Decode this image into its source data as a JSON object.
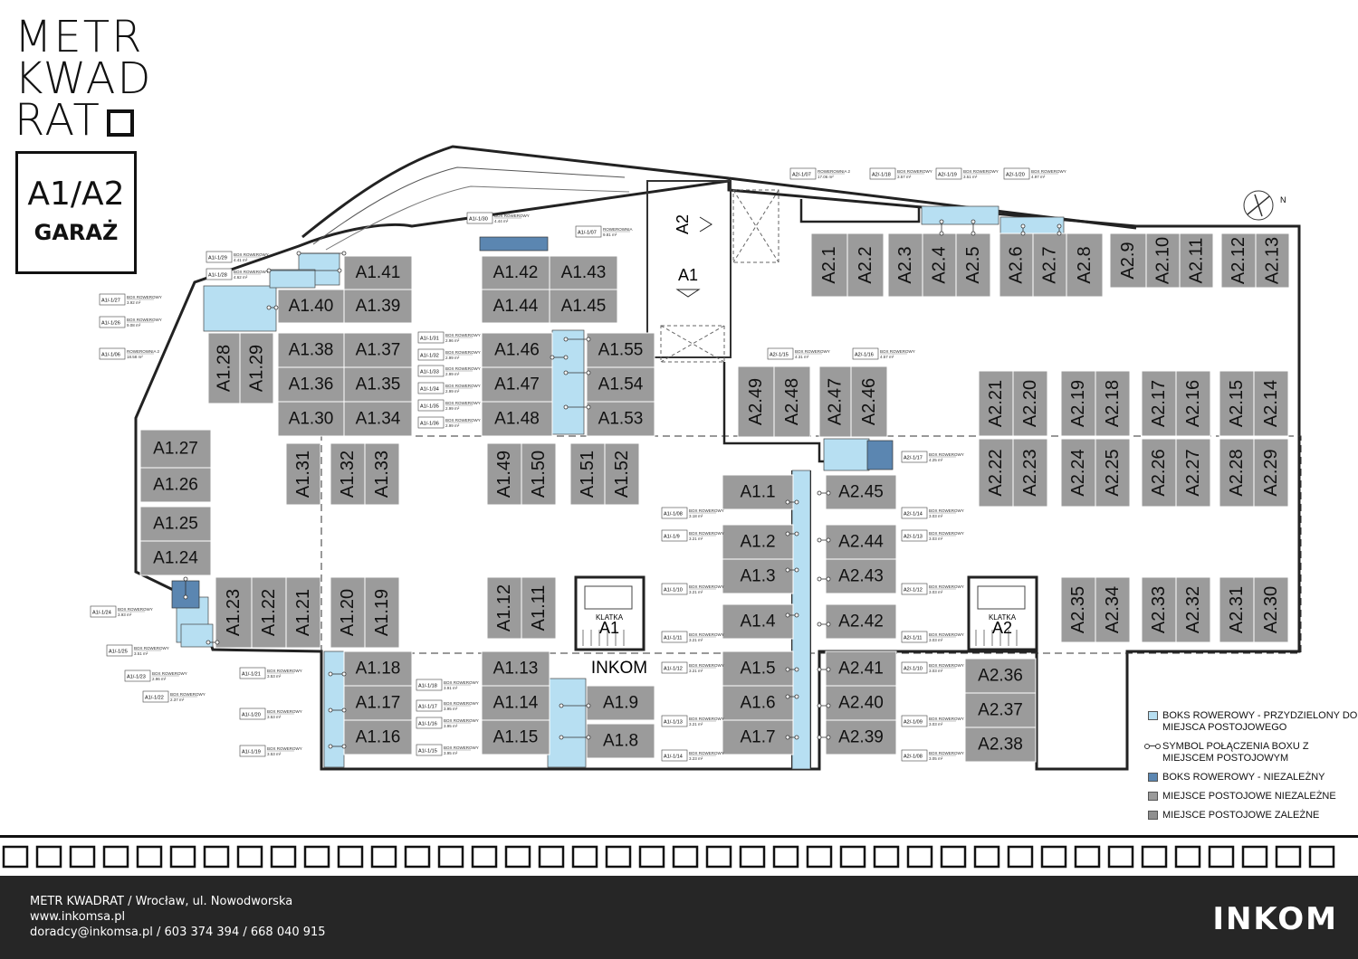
{
  "logo": {
    "line1": "METR",
    "line2": "KWAD",
    "line3": "RAT"
  },
  "title": {
    "building": "A1/A2",
    "floor": "GARAŻ"
  },
  "colors": {
    "bike_assigned": "#b7dff2",
    "bike_independent": "#5b86b1",
    "parking_independent": "#9b9b9b",
    "parking_dependent": "#8f8f8f",
    "wall": "#222222"
  },
  "compass": {
    "label": "N"
  },
  "entrances": [
    {
      "label": "A2"
    },
    {
      "label": "A1"
    }
  ],
  "stairs": [
    {
      "id": "A1",
      "caption": "KLATKA",
      "label": "A1"
    },
    {
      "id": "A2",
      "caption": "KLATKA",
      "label": "A2"
    }
  ],
  "inkom_room": "INKOM",
  "parking": [
    {
      "id": "A1.41"
    },
    {
      "id": "A1.40"
    },
    {
      "id": "A1.39"
    },
    {
      "id": "A1.38"
    },
    {
      "id": "A1.37"
    },
    {
      "id": "A1.36"
    },
    {
      "id": "A1.35"
    },
    {
      "id": "A1.30"
    },
    {
      "id": "A1.34"
    },
    {
      "id": "A1.28"
    },
    {
      "id": "A1.29"
    },
    {
      "id": "A1.42"
    },
    {
      "id": "A1.43"
    },
    {
      "id": "A1.44"
    },
    {
      "id": "A1.45"
    },
    {
      "id": "A1.46"
    },
    {
      "id": "A1.47"
    },
    {
      "id": "A1.48"
    },
    {
      "id": "A1.55"
    },
    {
      "id": "A1.54"
    },
    {
      "id": "A1.53"
    },
    {
      "id": "A1.27"
    },
    {
      "id": "A1.26"
    },
    {
      "id": "A1.25"
    },
    {
      "id": "A1.24"
    },
    {
      "id": "A1.31"
    },
    {
      "id": "A1.32"
    },
    {
      "id": "A1.33"
    },
    {
      "id": "A1.49"
    },
    {
      "id": "A1.50"
    },
    {
      "id": "A1.51"
    },
    {
      "id": "A1.52"
    },
    {
      "id": "A1.23"
    },
    {
      "id": "A1.22"
    },
    {
      "id": "A1.21"
    },
    {
      "id": "A1.20"
    },
    {
      "id": "A1.19"
    },
    {
      "id": "A1.12"
    },
    {
      "id": "A1.11"
    },
    {
      "id": "A1.18"
    },
    {
      "id": "A1.17"
    },
    {
      "id": "A1.16"
    },
    {
      "id": "A1.13"
    },
    {
      "id": "A1.14"
    },
    {
      "id": "A1.15"
    },
    {
      "id": "A1.9"
    },
    {
      "id": "A1.8"
    },
    {
      "id": "A1.1"
    },
    {
      "id": "A1.2"
    },
    {
      "id": "A1.3"
    },
    {
      "id": "A1.4"
    },
    {
      "id": "A1.5"
    },
    {
      "id": "A1.6"
    },
    {
      "id": "A1.7"
    },
    {
      "id": "A2.45"
    },
    {
      "id": "A2.44"
    },
    {
      "id": "A2.43"
    },
    {
      "id": "A2.42"
    },
    {
      "id": "A2.41"
    },
    {
      "id": "A2.40"
    },
    {
      "id": "A2.39"
    },
    {
      "id": "A2.49"
    },
    {
      "id": "A2.48"
    },
    {
      "id": "A2.47"
    },
    {
      "id": "A2.46"
    },
    {
      "id": "A2.1"
    },
    {
      "id": "A2.2"
    },
    {
      "id": "A2.3"
    },
    {
      "id": "A2.4"
    },
    {
      "id": "A2.5"
    },
    {
      "id": "A2.6"
    },
    {
      "id": "A2.7"
    },
    {
      "id": "A2.8"
    },
    {
      "id": "A2.9"
    },
    {
      "id": "A2.10"
    },
    {
      "id": "A2.11"
    },
    {
      "id": "A2.12"
    },
    {
      "id": "A2.13"
    },
    {
      "id": "A2.21"
    },
    {
      "id": "A2.20"
    },
    {
      "id": "A2.19"
    },
    {
      "id": "A2.18"
    },
    {
      "id": "A2.17"
    },
    {
      "id": "A2.16"
    },
    {
      "id": "A2.15"
    },
    {
      "id": "A2.14"
    },
    {
      "id": "A2.22"
    },
    {
      "id": "A2.23"
    },
    {
      "id": "A2.24"
    },
    {
      "id": "A2.25"
    },
    {
      "id": "A2.26"
    },
    {
      "id": "A2.27"
    },
    {
      "id": "A2.28"
    },
    {
      "id": "A2.29"
    },
    {
      "id": "A2.35"
    },
    {
      "id": "A2.34"
    },
    {
      "id": "A2.33"
    },
    {
      "id": "A2.32"
    },
    {
      "id": "A2.31"
    },
    {
      "id": "A2.30"
    },
    {
      "id": "A2.36"
    },
    {
      "id": "A2.37"
    },
    {
      "id": "A2.38"
    }
  ],
  "bike_boxes": [
    {
      "id": "A1/-1/29",
      "kind": "BOX ROWEROWY",
      "area": "4.41 m²"
    },
    {
      "id": "A1/-1/28",
      "kind": "BOX ROWEROWY",
      "area": "4.62 m²"
    },
    {
      "id": "A1/-1/27",
      "kind": "BOX ROWEROWY",
      "area": "3.92 m²"
    },
    {
      "id": "A1/-1/26",
      "kind": "BOX ROWEROWY",
      "area": "9.08 m²"
    },
    {
      "id": "A1/-1/06",
      "kind": "ROWEROWNIA 2",
      "area": "18.58 m²"
    },
    {
      "id": "A1/-1/30",
      "kind": "BOX ROWEROWY",
      "area": "4.44 m²"
    },
    {
      "id": "A1/-1/07",
      "kind": "ROWEROWNIA",
      "area": "9.81 m²"
    },
    {
      "id": "A1/-1/31",
      "kind": "BOX ROWEROWY",
      "area": "2.96 m²"
    },
    {
      "id": "A1/-1/32",
      "kind": "BOX ROWEROWY",
      "area": "2.99 m²"
    },
    {
      "id": "A1/-1/33",
      "kind": "BOX ROWEROWY",
      "area": "2.99 m²"
    },
    {
      "id": "A1/-1/34",
      "kind": "BOX ROWEROWY",
      "area": "2.99 m²"
    },
    {
      "id": "A1/-1/35",
      "kind": "BOX ROWEROWY",
      "area": "2.99 m²"
    },
    {
      "id": "A1/-1/36",
      "kind": "BOX ROWEROWY",
      "area": "2.99 m²"
    },
    {
      "id": "A1/-1/24",
      "kind": "BOX ROWEROWY",
      "area": "3.93 m²"
    },
    {
      "id": "A1/-1/25",
      "kind": "BOX ROWEROWY",
      "area": "3.51 m²"
    },
    {
      "id": "A1/-1/23",
      "kind": "BOX ROWEROWY",
      "area": "2.96 m²"
    },
    {
      "id": "A1/-1/22",
      "kind": "BOX ROWEROWY",
      "area": "2.37 m²"
    },
    {
      "id": "A1/-1/21",
      "kind": "BOX ROWEROWY",
      "area": "3.53 m²"
    },
    {
      "id": "A1/-1/20",
      "kind": "BOX ROWEROWY",
      "area": "3.53 m²"
    },
    {
      "id": "A1/-1/19",
      "kind": "BOX ROWEROWY",
      "area": "3.53 m²"
    },
    {
      "id": "A1/-1/18",
      "kind": "BOX ROWEROWY",
      "area": "3.91 m²"
    },
    {
      "id": "A1/-1/17",
      "kind": "BOX ROWEROWY",
      "area": "3.95 m²"
    },
    {
      "id": "A1/-1/16",
      "kind": "BOX ROWEROWY",
      "area": "3.95 m²"
    },
    {
      "id": "A1/-1/15",
      "kind": "BOX ROWEROWY",
      "area": "3.95 m²"
    },
    {
      "id": "A1/-1/08",
      "kind": "BOX ROWEROWY",
      "area": "3.18 m²"
    },
    {
      "id": "A1/-1/9",
      "kind": "BOX ROWEROWY",
      "area": "3.21 m²"
    },
    {
      "id": "A1/-1/10",
      "kind": "BOX ROWEROWY",
      "area": "3.21 m²"
    },
    {
      "id": "A1/-1/11",
      "kind": "BOX ROWEROWY",
      "area": "3.21 m²"
    },
    {
      "id": "A1/-1/12",
      "kind": "BOX ROWEROWY",
      "area": "3.21 m²"
    },
    {
      "id": "A1/-1/13",
      "kind": "BOX ROWEROWY",
      "area": "3.21 m²"
    },
    {
      "id": "A1/-1/14",
      "kind": "BOX ROWEROWY",
      "area": "3.23 m²"
    },
    {
      "id": "A2/-1/07",
      "kind": "ROWEROWNIA 2",
      "area": "17.06 m²"
    },
    {
      "id": "A2/-1/18",
      "kind": "BOX ROWEROWY",
      "area": "3.57 m²"
    },
    {
      "id": "A2/-1/19",
      "kind": "BOX ROWEROWY",
      "area": "3.51 m²"
    },
    {
      "id": "A2/-1/20",
      "kind": "BOX ROWEROWY",
      "area": "4.97 m²"
    },
    {
      "id": "A2/-1/15",
      "kind": "BOX ROWEROWY",
      "area": "4.31 m²"
    },
    {
      "id": "A2/-1/16",
      "kind": "BOX ROWEROWY",
      "area": "4.57 m²"
    },
    {
      "id": "A2/-1/17",
      "kind": "BOX ROWEROWY",
      "area": "4.25 m²"
    },
    {
      "id": "A2/-1/14",
      "kind": "BOX ROWEROWY",
      "area": "3.03 m²"
    },
    {
      "id": "A2/-1/13",
      "kind": "BOX ROWEROWY",
      "area": "3.03 m²"
    },
    {
      "id": "A2/-1/12",
      "kind": "BOX ROWEROWY",
      "area": "3.03 m²"
    },
    {
      "id": "A2/-1/11",
      "kind": "BOX ROWEROWY",
      "area": "3.03 m²"
    },
    {
      "id": "A2/-1/10",
      "kind": "BOX ROWEROWY",
      "area": "3.03 m²"
    },
    {
      "id": "A2/-1/09",
      "kind": "BOX ROWEROWY",
      "area": "3.03 m²"
    },
    {
      "id": "A2/-1/08",
      "kind": "BOX ROWEROWY",
      "area": "3.05 m²"
    }
  ],
  "legend": {
    "bike_assigned": "BOKS ROWEROWY - PRZYDZIELONY DO MIEJSCA POSTOJOWEGO",
    "symbol": "SYMBOL POŁĄCZENIA BOXU Z MIEJSCEM POSTOJOWYM",
    "bike_independent": "BOKS ROWEROWY -  NIEZALEŻNY",
    "parking_independent": "MIEJSCE POSTOJOWE NIEZALEŻNE",
    "parking_dependent": "MIEJSCE POSTOJOWE ZALEŻNE"
  },
  "footer": {
    "address": "METR KWADRAT / Wrocław, ul. Nowodworska",
    "web": "www.inkomsa.pl",
    "contact": "doradcy@inkomsa.pl / 603 374 394 / 668 040 915",
    "brand": "INKOM"
  }
}
